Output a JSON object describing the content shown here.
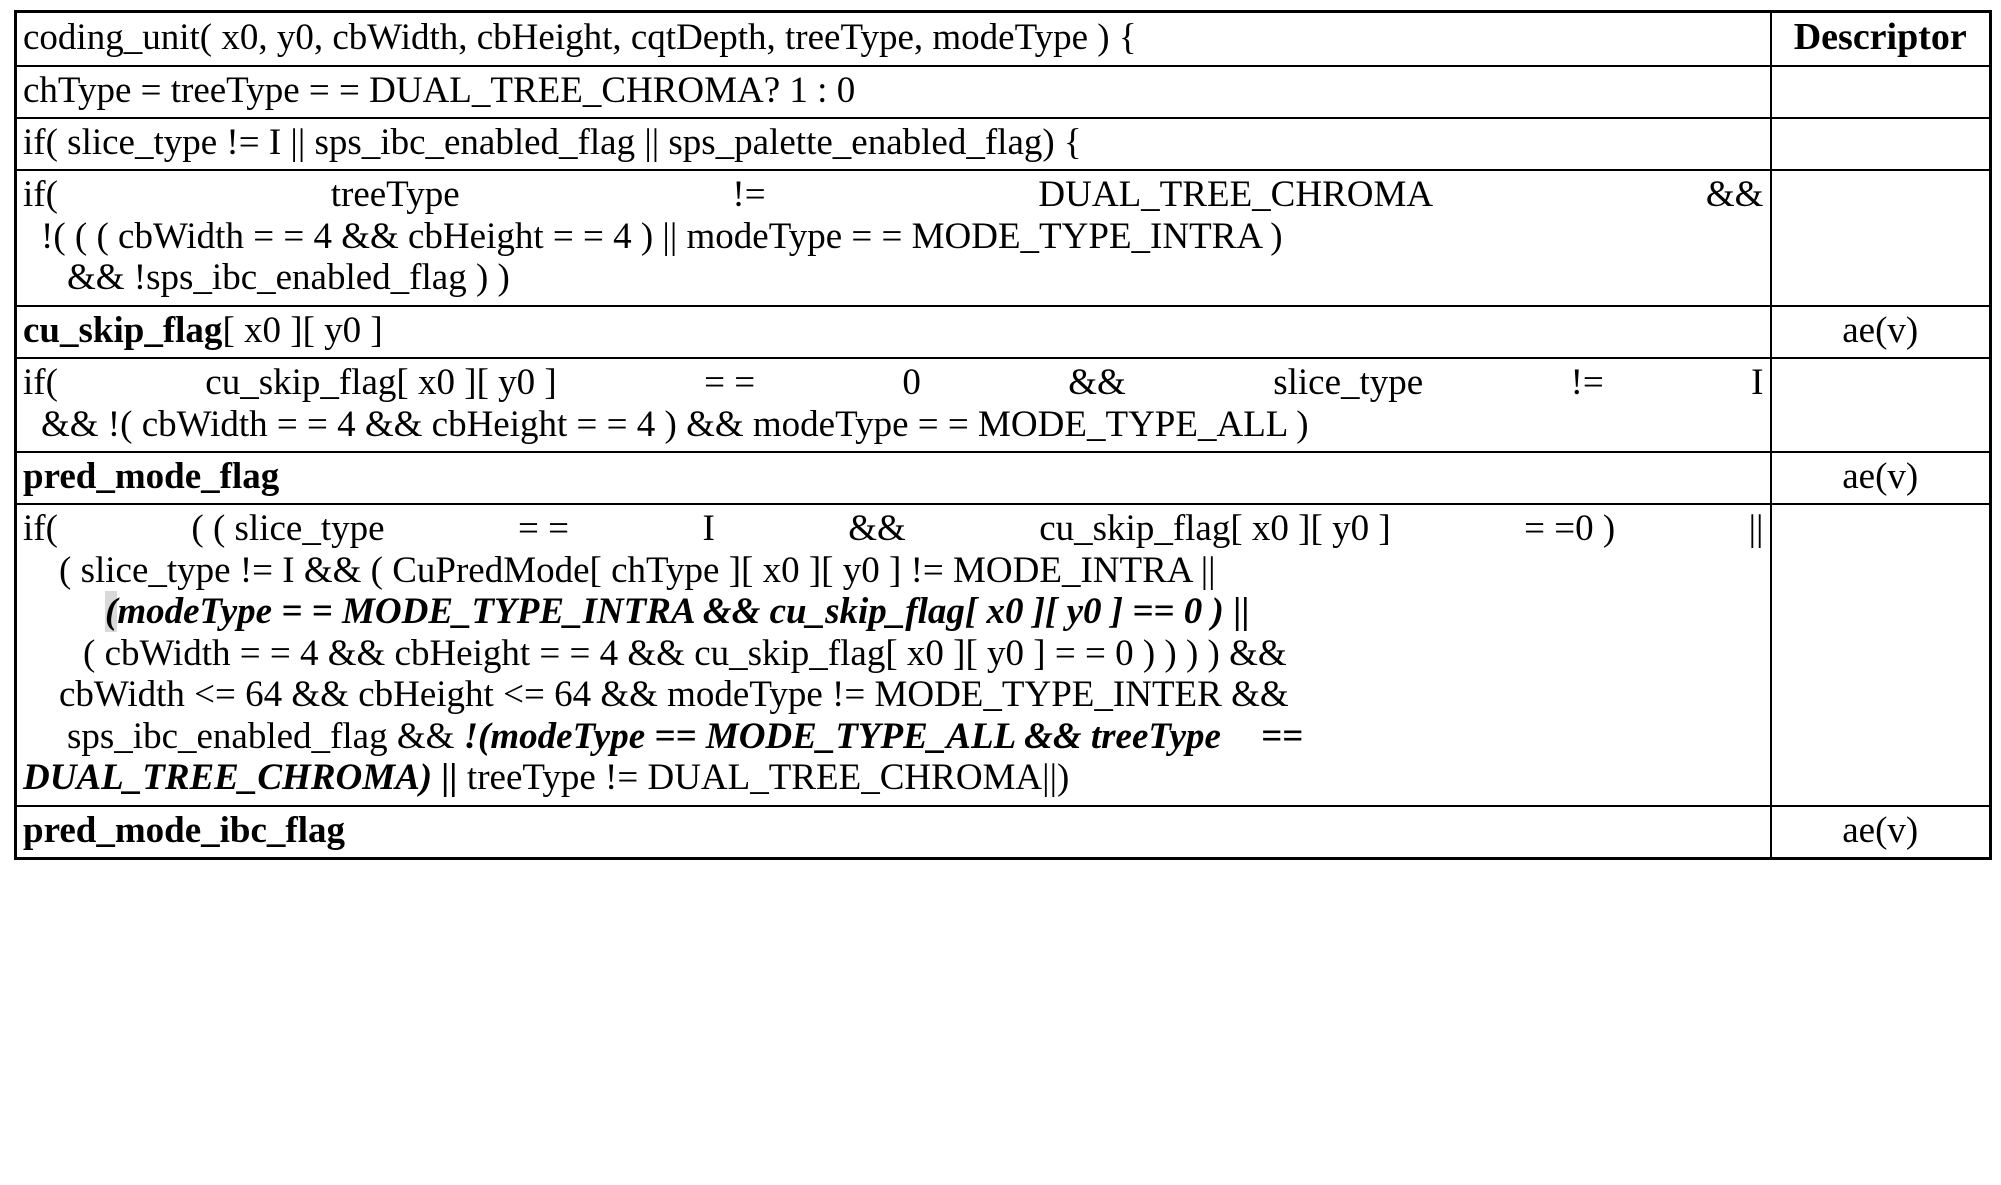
{
  "document": {
    "type": "syntax-table",
    "columns": [
      "",
      "Descriptor"
    ]
  },
  "table": {
    "header": {
      "syntax": "coding_unit( x0, y0, cbWidth, cbHeight, cqtDepth, treeType, modeType ) {",
      "descriptor": "Descriptor"
    },
    "rows": [
      {
        "id": "chtype-assign",
        "indent": 1,
        "descriptor": "",
        "lines": [
          {
            "style": "normal",
            "text": "chType = treeType = = DUAL_TREE_CHROMA? 1 : 0"
          }
        ]
      },
      {
        "id": "if-slice-type",
        "indent": 1,
        "descriptor": "",
        "lines": [
          {
            "style": "normal",
            "text": "if( slice_type  != I  ||  sps_ibc_enabled_flag  ||  sps_palette_enabled_flag) {"
          }
        ]
      },
      {
        "id": "if-treetype-dualtreechroma",
        "indent": 2,
        "descriptor": "",
        "justified_line": {
          "segments": [
            "if(",
            "treeType",
            "!=",
            "DUAL_TREE_CHROMA",
            "&&"
          ]
        },
        "lines": [
          {
            "style": "normal",
            "text": "!( ( ( cbWidth = = 4 && cbHeight = = 4 )  ||  modeType = = MODE_TYPE_INTRA )"
          },
          {
            "style": "normal",
            "text": "&&  !sps_ibc_enabled_flag ) )"
          }
        ]
      },
      {
        "id": "cu-skip-flag",
        "indent": 2,
        "descriptor": "ae(v)",
        "lines": [
          {
            "style": "bold-name",
            "name": "cu_skip_flag",
            "rest": "[ x0 ][ y0 ]"
          }
        ]
      },
      {
        "id": "if-cu-skip-flag",
        "indent": 2,
        "descriptor": "",
        "justified_line": {
          "segments": [
            "if(",
            "cu_skip_flag[ x0 ][ y0 ]",
            "= =",
            "0",
            "&&",
            "slice_type",
            "!=",
            "I"
          ]
        },
        "lines": [
          {
            "style": "normal",
            "text": "&& !( cbWidth = = 4 && cbHeight = = 4 )  &&  modeType = = MODE_TYPE_ALL )"
          }
        ]
      },
      {
        "id": "pred-mode-flag",
        "indent": 2,
        "descriptor": "ae(v)",
        "lines": [
          {
            "style": "bold-name",
            "name": "pred_mode_flag",
            "rest": ""
          }
        ]
      },
      {
        "id": "if-big-condition",
        "indent": 2,
        "descriptor": "",
        "justified_line": {
          "segments": [
            "if(",
            "( ( slice_type",
            "= =",
            "I",
            "&&",
            "cu_skip_flag[ x0 ][ y0 ]",
            "= =0 )",
            "||"
          ]
        },
        "lines": [
          {
            "style": "normal",
            "text": "( slice_type != I  &&  ( CuPredMode[ chType ][ x0 ][ y0 ] != MODE_INTRA  ||"
          },
          {
            "style": "bold-italic-highlight-open",
            "highlight": "(",
            "text": "modeType = = MODE_TYPE_INTRA && cu_skip_flag[ x0 ][ y0 ] == 0 )",
            "suffix": " ||"
          },
          {
            "style": "normal",
            "text": "( cbWidth = = 4  &&  cbHeight = = 4  && cu_skip_flag[ x0 ][ y0 ] = = 0 ) ) ) ) &&"
          },
          {
            "style": "normal",
            "text": "cbWidth <= 64  &&  cbHeight <= 64  &&  modeType != MODE_TYPE_INTER  &&"
          },
          {
            "style": "mixed-1",
            "plain": "sps_ibc_enabled_flag   && ",
            "bolditalic": "!(modeType ==  MODE_TYPE_ALL  &&  treeType",
            "tail": "=="
          },
          {
            "style": "mixed-2",
            "bolditalic": "DUAL_TREE_CHROMA)  ||",
            "plain": " treeType  !=  DUAL_TREE_CHROMA||)"
          }
        ]
      },
      {
        "id": "pred-mode-ibc-flag",
        "indent": 2,
        "descriptor": "ae(v)",
        "lines": [
          {
            "style": "bold-name",
            "name": "pred_mode_ibc_flag",
            "rest": ""
          }
        ]
      }
    ]
  },
  "colors": {
    "border": "#000000",
    "text": "#000000",
    "background": "#ffffff",
    "highlight": "#d9d9d9"
  }
}
